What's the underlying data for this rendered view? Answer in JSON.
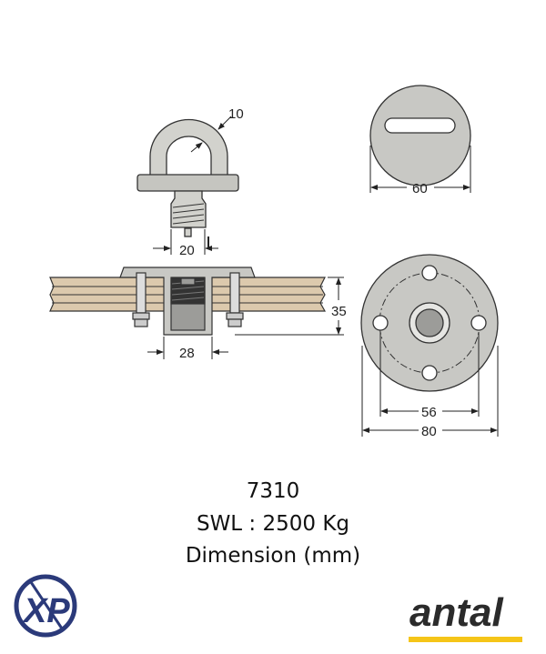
{
  "product": {
    "model": "7310",
    "swl": "SWL : 2500 Kg",
    "units": "Dimension (mm)"
  },
  "dimensions": {
    "eye_thickness": "10",
    "thread_diameter": "20",
    "insert_width": "28",
    "deck_thickness": "35",
    "cap_diameter": "60",
    "bolt_circle": "56",
    "base_diameter": "80"
  },
  "logos": {
    "left": "XP",
    "right": "antal"
  },
  "colors": {
    "metal": "#c8c8c4",
    "wood": "#dcc9ad",
    "xp_navy": "#2b3a7a",
    "antal_yellow": "#f5c518",
    "antal_text": "#2b2b2b"
  }
}
